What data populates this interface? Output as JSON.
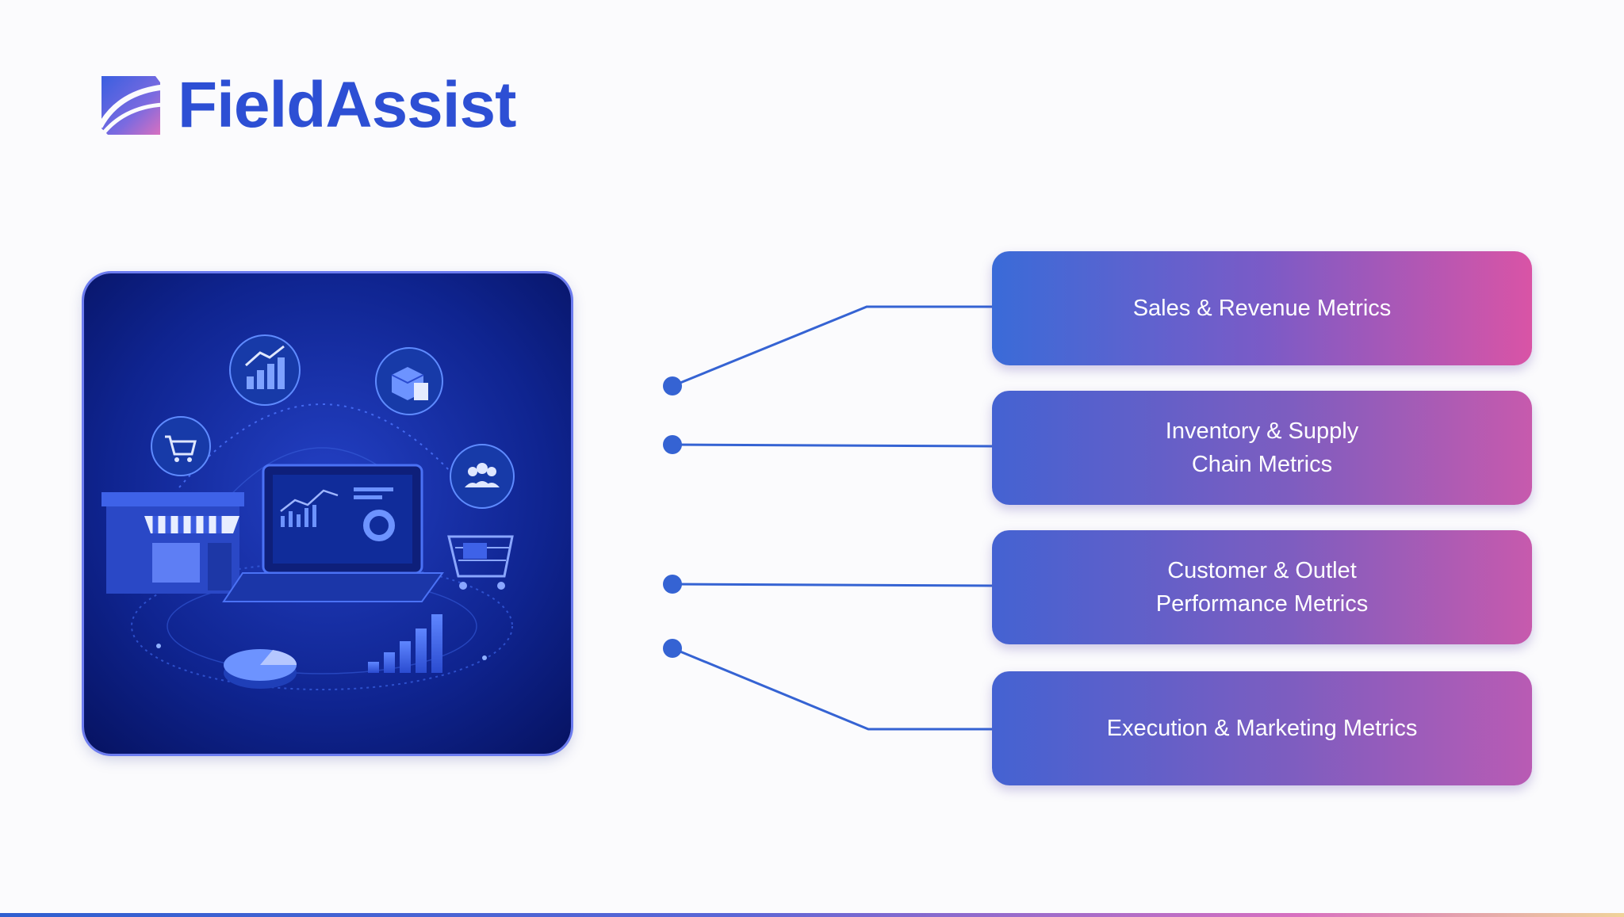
{
  "brand": {
    "name": "FieldAssist",
    "logo_icon": "fieldassist-logo-icon"
  },
  "diagram": {
    "illustration_icon": "analytics-dashboard-illustration",
    "cards": [
      {
        "label": "Sales & Revenue Metrics"
      },
      {
        "label": "Inventory & Supply\nChain Metrics"
      },
      {
        "label": "Customer & Outlet\nPerformance Metrics"
      },
      {
        "label": "Execution & Marketing Metrics"
      }
    ]
  },
  "colors": {
    "brand_blue": "#2d4fd4",
    "connector": "#3563d3",
    "card_gradient_start": "#3a6bd8",
    "card_gradient_end": "#d954a6",
    "illustration_bg": "#0c1e78"
  }
}
